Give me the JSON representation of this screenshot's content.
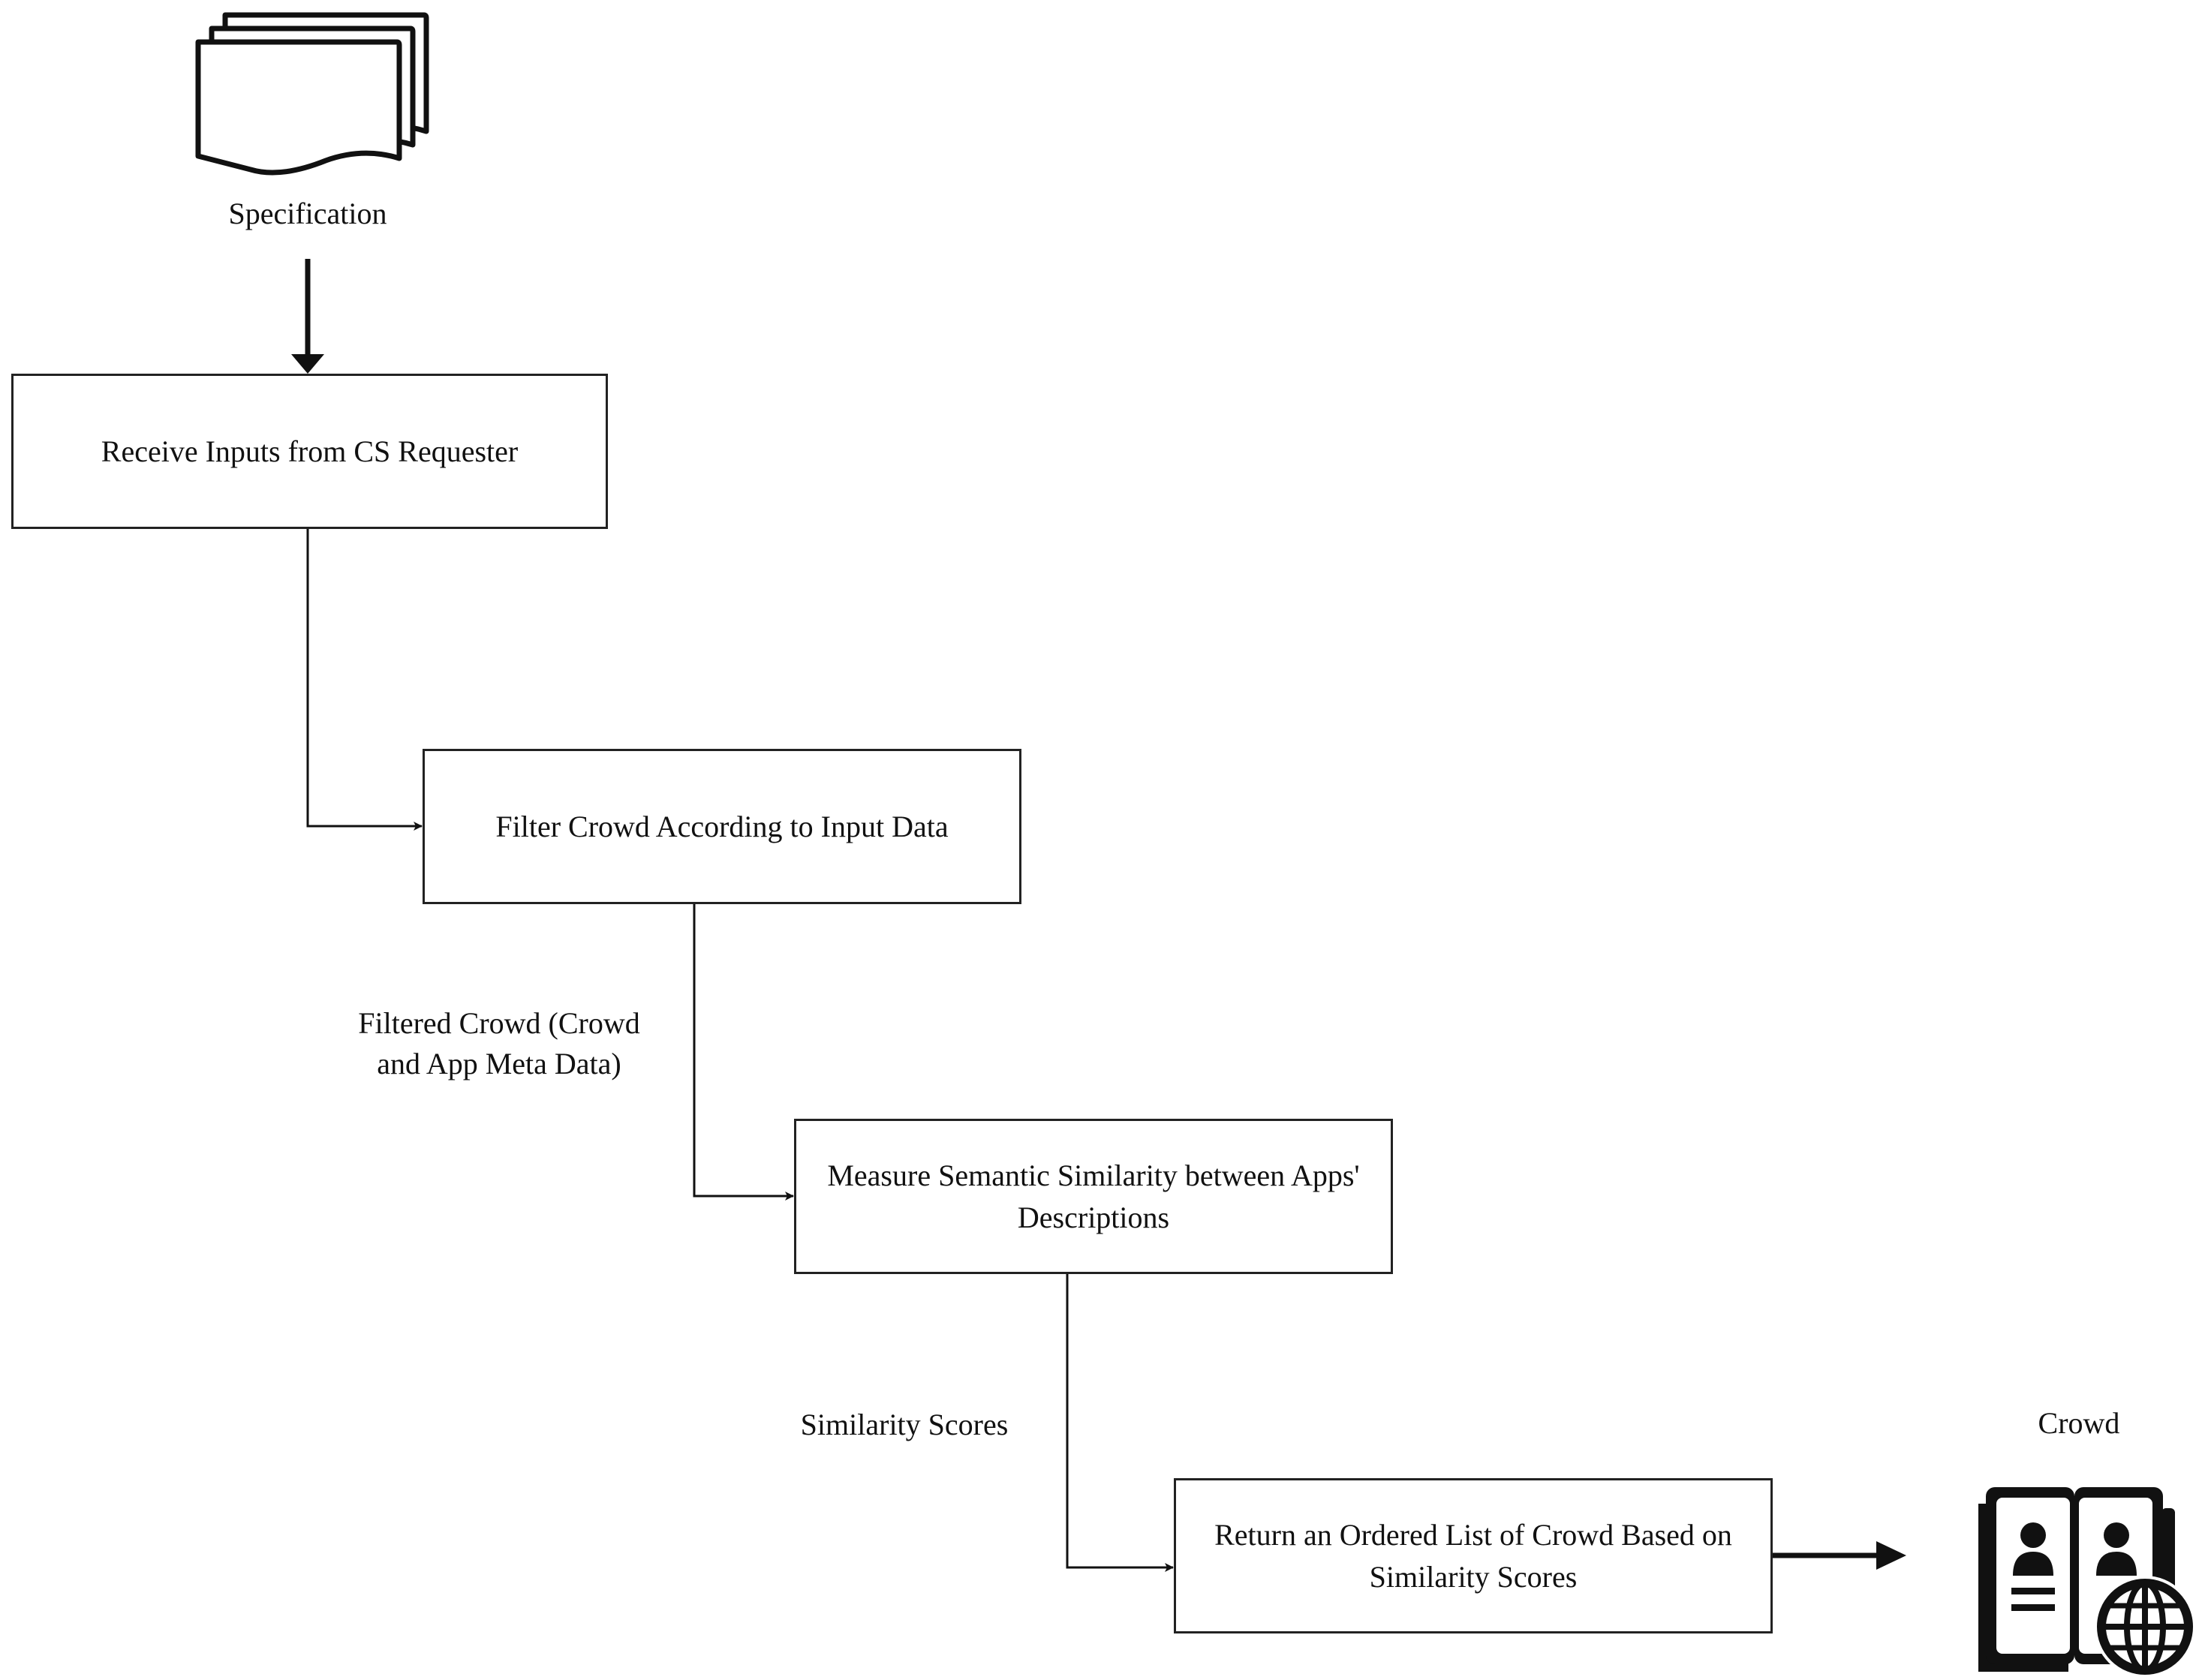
{
  "input": {
    "label": "Specification",
    "icon": "multiple-documents-icon"
  },
  "steps": [
    {
      "text": "Receive Inputs from CS Requester"
    },
    {
      "text": "Filter Crowd According to Input Data"
    },
    {
      "text": "Measure Semantic Similarity between Apps' Descriptions"
    },
    {
      "text": "Return an Ordered List of Crowd Based on Similarity Scores"
    }
  ],
  "edge_labels": {
    "filtered_line1": "Filtered Crowd (Crowd",
    "filtered_line2": "and App Meta Data)",
    "scores": "Similarity Scores"
  },
  "output": {
    "label": "Crowd",
    "icon": "crowd-directory-globe-icon"
  }
}
